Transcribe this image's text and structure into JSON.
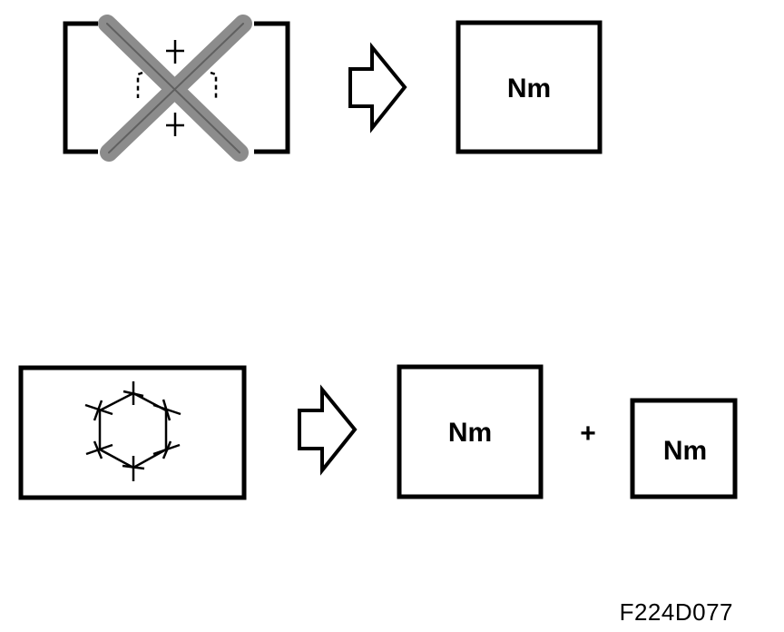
{
  "top_row": {
    "result_label": "Nm"
  },
  "bottom_row": {
    "result_label_1": "Nm",
    "plus_sign": "+",
    "result_label_2": "Nm"
  },
  "figure_code": "F224D077",
  "colors": {
    "ink": "#000000",
    "cross": "#8c8c8c"
  }
}
